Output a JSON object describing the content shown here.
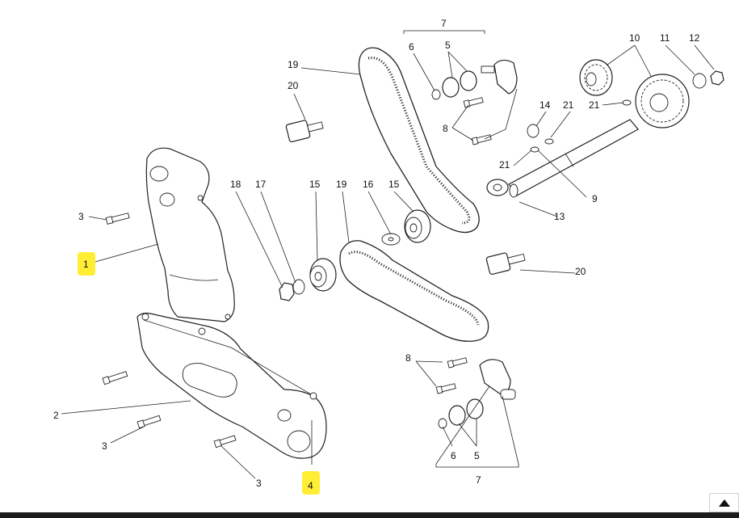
{
  "diagram": {
    "callouts": {
      "c1": "1",
      "c2": "2",
      "c3a": "3",
      "c3b": "3",
      "c3c": "3",
      "c4": "4",
      "c5a": "5",
      "c5b": "5",
      "c6a": "6",
      "c6b": "6",
      "c7a": "7",
      "c7b": "7",
      "c8a": "8",
      "c8b": "8",
      "c9": "9",
      "c10": "10",
      "c11": "11",
      "c12": "12",
      "c13": "13",
      "c14": "14",
      "c15a": "15",
      "c15b": "15",
      "c16": "16",
      "c17": "17",
      "c18": "18",
      "c19a": "19",
      "c19b": "19",
      "c20a": "20",
      "c20b": "20",
      "c21a": "21",
      "c21b": "21",
      "c21c": "21"
    },
    "highlighted": [
      "1",
      "4"
    ],
    "colors": {
      "highlight": "#ffee33",
      "line": "#222222"
    }
  },
  "ui": {
    "scroll_up_icon": "triangle-up-icon"
  }
}
